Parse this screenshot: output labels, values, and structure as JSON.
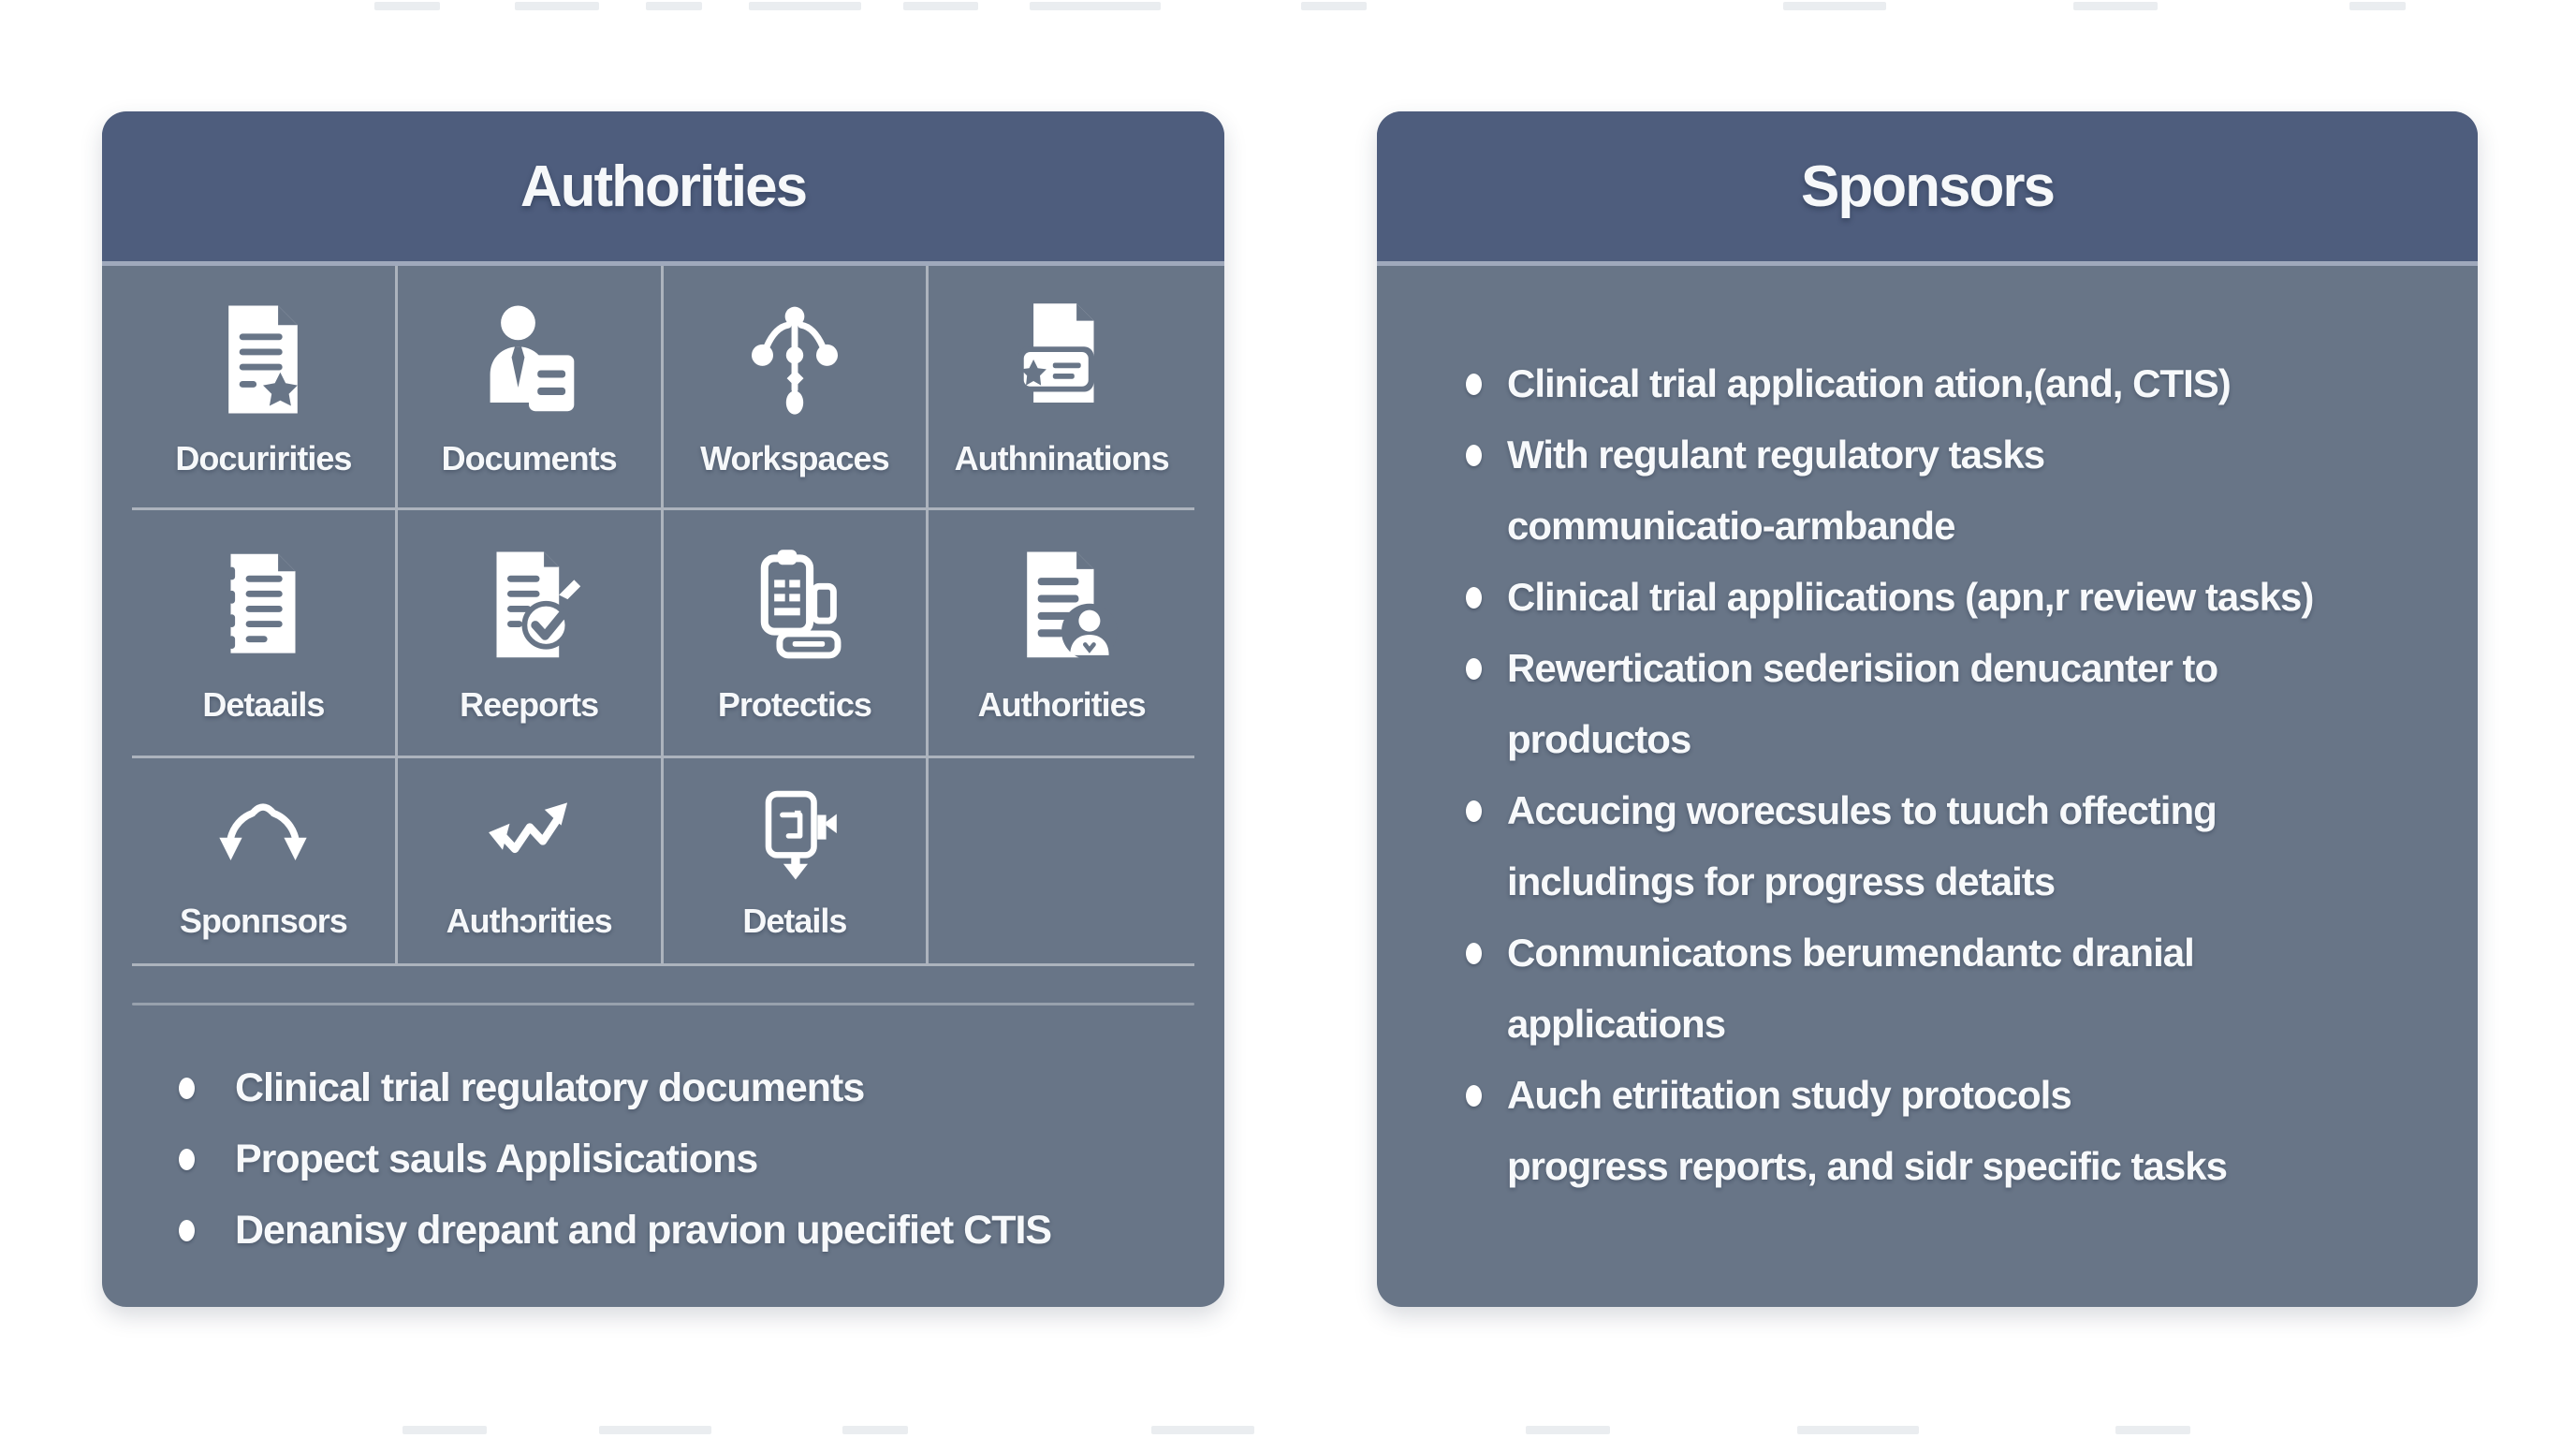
{
  "colors": {
    "page_bg": "#ffffff",
    "panel_bg": "#687587",
    "header_bg": "#4e5d7d",
    "divider": "#a9b2c0",
    "text": "#f6f8fa"
  },
  "left_panel": {
    "title": "Authorities",
    "grid": [
      {
        "icon": "certificate-document-icon",
        "label": "Docuririties"
      },
      {
        "icon": "person-document-icon",
        "label": "Documents"
      },
      {
        "icon": "workflow-nodes-icon",
        "label": "Workspaces"
      },
      {
        "icon": "authorization-card-icon",
        "label": "Authninations"
      },
      {
        "icon": "notebook-pages-icon",
        "label": "Detaails"
      },
      {
        "icon": "report-check-icon",
        "label": "Reeports"
      },
      {
        "icon": "clipboard-devices-icon",
        "label": "Protectics"
      },
      {
        "icon": "document-person-icon",
        "label": "Authorities"
      },
      {
        "icon": "curved-exchange-arrows-icon",
        "label": "Sponпsors"
      },
      {
        "icon": "zigzag-trend-arrow-icon",
        "label": "Authɔrities"
      },
      {
        "icon": "screen-message-icon",
        "label": "Details"
      }
    ],
    "bullets": [
      "Clinical trial regulatory documents",
      "Propect sauls Applisications",
      "Denanisy drepant and pravion upecifiet CTIS"
    ]
  },
  "right_panel": {
    "title": "Sponsors",
    "bullets": [
      {
        "line1": "Clinical trial application ation,(and, CTIS)"
      },
      {
        "line1": "With regulant regulatory tasks",
        "line2": "communicatio-armbande"
      },
      {
        "line1": "Clinical trial appliications (apn,r review tasks)"
      },
      {
        "line1": "Rewertication sederisiion denucanter to",
        "line2": "productos"
      },
      {
        "line1": "Accucing worecsules to tuuch offecting",
        "line2": "includings for progress detaits"
      },
      {
        "line1": "Conmunicatons berumendantc dranial",
        "line2": "applications"
      },
      {
        "line1": "Auch etriitation study protocols",
        "line2": "progress reports, and sidr specific tasks"
      }
    ]
  }
}
